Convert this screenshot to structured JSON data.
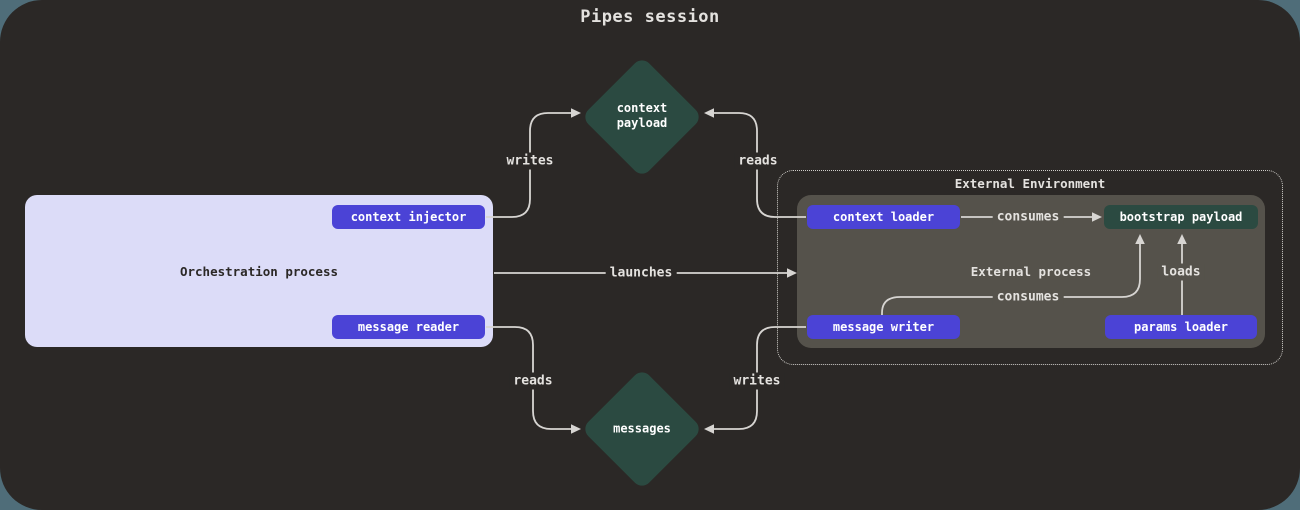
{
  "title": "Pipes session",
  "colors": {
    "page_bg": "#4f6d79",
    "canvas_bg": "#2b2826",
    "accent_purple": "#4b43d6",
    "teal": "#2b4a41",
    "lavender": "#dcdcf8",
    "olive": "#55524b",
    "line": "#d7d5d2"
  },
  "orchestration": {
    "label": "Orchestration process",
    "context_injector": "context injector",
    "message_reader": "message reader"
  },
  "external_environment": {
    "title": "External Environment",
    "process_label": "External process",
    "context_loader": "context loader",
    "message_writer": "message writer",
    "bootstrap_payload": "bootstrap payload",
    "params_loader": "params loader"
  },
  "artifacts": {
    "context_payload_line1": "context",
    "context_payload_line2": "payload",
    "messages": "messages"
  },
  "edge_labels": {
    "writes_top": "writes",
    "reads_top": "reads",
    "launches": "launches",
    "reads_bottom": "reads",
    "writes_bottom": "writes",
    "consumes_top": "consumes",
    "consumes_bottom": "consumes",
    "loads": "loads"
  }
}
